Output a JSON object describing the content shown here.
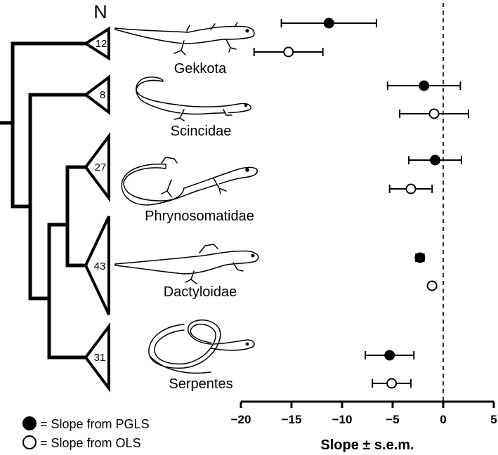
{
  "header": {
    "n_label": "N"
  },
  "clades": [
    {
      "name": "Gekkota",
      "n": "12"
    },
    {
      "name": "Scincidae",
      "n": "8"
    },
    {
      "name": "Phrynosomatidae",
      "n": "27"
    },
    {
      "name": "Dactyloidae",
      "n": "43"
    },
    {
      "name": "Serpentes",
      "n": "31"
    }
  ],
  "legend": {
    "pgls": "= Slope from PGLS",
    "ols": "= Slope from OLS"
  },
  "colors": {
    "pgls_fill": "#000000",
    "ols_fill": "#ffffff",
    "stroke": "#000000"
  },
  "chart_data": {
    "type": "scatter",
    "orientation": "horizontal error bars",
    "xlabel": "Slope ± s.e.m.",
    "xlim": [
      -20,
      5
    ],
    "xticks": [
      -20,
      -15,
      -10,
      -5,
      0,
      5
    ],
    "xtick_labels": [
      "−20",
      "−15",
      "−10",
      "−5",
      "0",
      "5"
    ],
    "reference_line": {
      "x": 0,
      "style": "dashed"
    },
    "categories": [
      "Gekkota",
      "Scincidae",
      "Phrynosomatidae",
      "Dactyloidae",
      "Serpentes"
    ],
    "series": [
      {
        "method": "PGLS",
        "marker": "filled circle",
        "values": [
          -11.3,
          -1.9,
          -0.8,
          -2.3,
          -5.3
        ],
        "sem": [
          4.7,
          3.6,
          2.6,
          0.4,
          2.4
        ]
      },
      {
        "method": "OLS",
        "marker": "open circle",
        "values": [
          -15.3,
          -0.9,
          -3.2,
          -1.1,
          -5.1
        ],
        "sem": [
          3.4,
          3.4,
          2.1,
          0.2,
          1.9
        ]
      }
    ]
  }
}
